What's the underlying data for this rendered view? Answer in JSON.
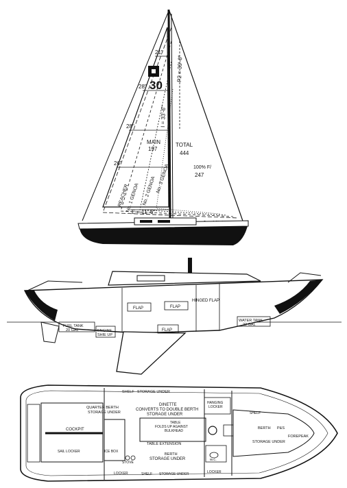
{
  "sail_plan": {
    "class_number": "30",
    "girths": [
      "21\"",
      "28\"",
      "28\"",
      "26\""
    ],
    "rig_dimensions": {
      "p": "P2 = 39'-0\"",
      "i": "I = 33'-6\"",
      "e": "E = 11'-6\"",
      "j": "J = 12'-3\""
    },
    "areas": {
      "main_label": "MAIN",
      "main_value": "197",
      "total_label": "TOTAL",
      "total_value": "444",
      "fore_label": "100% F/",
      "fore_value": "247"
    },
    "headsail_labels": {
      "reacher": "REACHER",
      "genoa_1": "No. 1 GENOA",
      "genoa_2": "No. 2 GENOA",
      "genoa_3": "No. 3 GENOA"
    }
  },
  "profile": {
    "labels": {
      "flap_1": "FLAP",
      "flap_2": "FLAP",
      "flap_3": "FLAP",
      "hinged_flap": "HINGED FLAP",
      "fuel_tank": "FUEL TANK",
      "fuel_tank_capacity": "20 GAL",
      "engine": "ENGINE",
      "engine_sub": "SHIE UP",
      "water_tank": "WATER TANK",
      "water_tank_capacity": "22 GAL"
    }
  },
  "interior": {
    "labels": {
      "shelf_top": "SHELF",
      "storage_under_top": "STORAGE UNDER",
      "quarter_berth": "QUARTER BERTH",
      "quarter_berth_storage": "STORAGE UNDER",
      "dinette": "DINETTE",
      "dinette_converts": "CONVERTS TO DOUBLE BERTH",
      "dinette_storage": "STORAGE UNDER",
      "hanging_locker": "HANGING",
      "hanging_locker_2": "LOCKER",
      "table": "TABLE",
      "table_folds": "FOLDS UP AGAINST",
      "table_bulkhead": "BULKHEAD",
      "cockpit": "COCKPIT",
      "sail_locker": "SAIL LOCKER",
      "ice_box": "ICE BOX",
      "stove": "STOVE",
      "table_extension": "TABLE EXTENSION",
      "berth": "BERTH",
      "berth_storage": "STORAGE UNDER",
      "berth_forward": "BERTH",
      "forepeak": "FOREPEAK",
      "forepeak_p_s": "P&S",
      "storage_under_fwd": "STORAGE UNDER",
      "shelf_fwd": "SHELF",
      "locker_aft": "LOCKER",
      "shelf_bottom": "SHELF",
      "storage_under_bottom": "STORAGE UNDER",
      "locker_fwd": "LOCKER",
      "head": "W.C."
    }
  }
}
